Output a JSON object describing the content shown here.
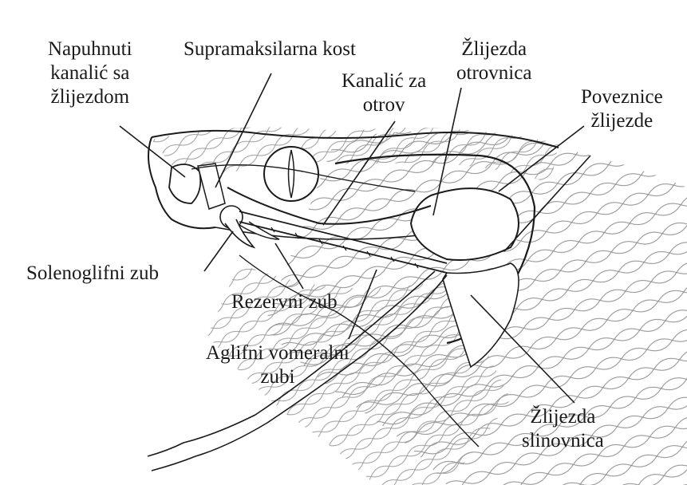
{
  "labels": {
    "napuhnuti": [
      "Napuhnuti",
      "kanalić sa",
      "žlijezdom"
    ],
    "supramaksilarna": [
      "Supramaksilarna kost"
    ],
    "kanalic_za_otrov": [
      "Kanalić za",
      "otrov"
    ],
    "zlijezda_otrovnica": [
      "Žlijezda",
      "otrovnica"
    ],
    "poveznice": [
      "Poveznice",
      "žlijezde"
    ],
    "solenoglifni": [
      "Solenoglifni zub"
    ],
    "rezervni": [
      "Rezervni zub"
    ],
    "aglifni": [
      "Aglifni vomeralni",
      "zubi"
    ],
    "zlijezda_slinovnica": [
      "Žlijezda",
      "slinovnica"
    ]
  },
  "colors": {
    "ink": "#1a1a1a",
    "background": "#ffffff",
    "scale_line": "#8a8a8a"
  }
}
